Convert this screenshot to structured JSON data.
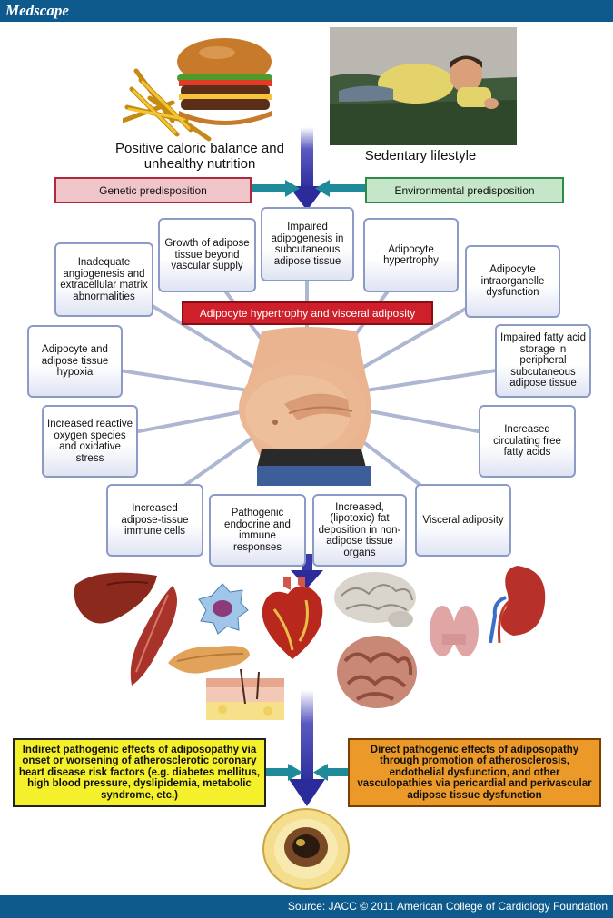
{
  "header": {
    "brand": "Medscape"
  },
  "footer": {
    "source": "Source: JACC © 2011 American College of Cardiology Foundation"
  },
  "captions": {
    "nutrition": "Positive caloric balance and unhealthy nutrition",
    "sedentary": "Sedentary lifestyle"
  },
  "predisposition": {
    "genetic": "Genetic predisposition",
    "environmental": "Environmental predisposition"
  },
  "central_label": "Adipocyte hypertrophy and visceral adiposity",
  "factors": [
    "Impaired adipogenesis in subcutaneous adipose tissue",
    "Growth of adipose tissue beyond vascular supply",
    "Adipocyte hypertrophy",
    "Inadequate angiogenesis and extracellular matrix abnormalities",
    "Adipocyte intraorganelle dysfunction",
    "Adipocyte and adipose tissue hypoxia",
    "Impaired fatty acid storage in peripheral subcutaneous adipose tissue",
    "Increased reactive oxygen species and oxidative stress",
    "Increased circulating free fatty acids",
    "Increased adipose-tissue immune cells",
    "Pathogenic endocrine and immune responses",
    "Increased, (lipotoxic) fat deposition in non-adipose tissue organs",
    "Visceral adiposity"
  ],
  "effects": {
    "indirect": "Indirect pathogenic effects of adiposopathy via onset or worsening of atherosclerotic coronary heart disease risk factors (e.g. diabetes mellitus, high blood pressure, dyslipidemia, metabolic syndrome, etc.)",
    "direct": "Direct pathogenic effects of adiposopathy through promotion of atherosclerosis, endothelial dysfunction, and other vasculopathies via pericardial and perivascular adipose tissue dysfunction"
  },
  "colors": {
    "bar": "#0f5a8c",
    "arrow": "#3a3aa8",
    "teal_arrow": "#1f8a9a",
    "central_red": "#cf1f2a",
    "genetic_pink": "#efc5c9",
    "env_green": "#c5e6c8",
    "effect_yellow": "#f5f02c",
    "effect_orange": "#eb9a2a"
  },
  "icons": [
    "burger-fries-illustration",
    "sedentary-man-illustration",
    "obese-belly-illustration",
    "liver-illustration",
    "muscle-illustration",
    "immune-cell-illustration",
    "heart-illustration",
    "brain-illustration",
    "thyroid-illustration",
    "kidney-illustration",
    "pancreas-illustration",
    "skin-illustration",
    "intestine-illustration",
    "artery-cross-section-illustration"
  ]
}
